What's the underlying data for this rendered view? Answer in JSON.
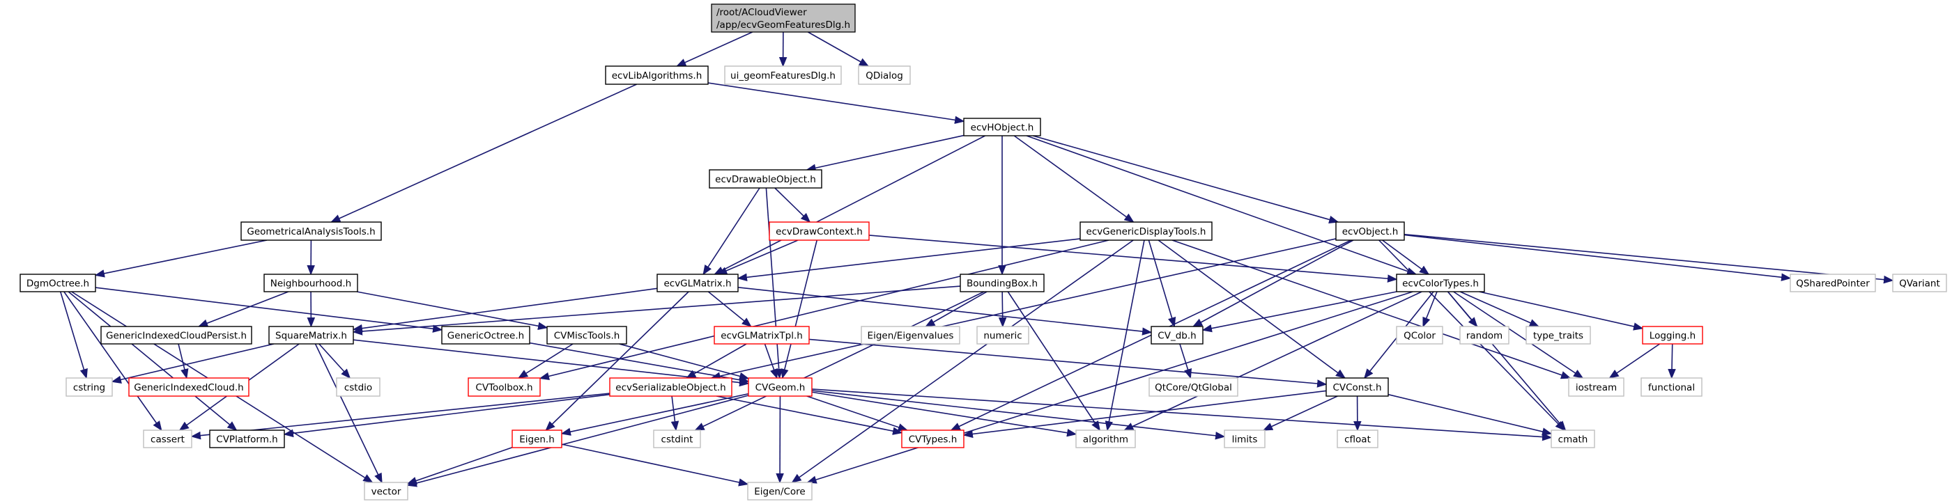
{
  "diagram": {
    "root": {
      "lines": [
        "/root/ACloudViewer",
        "/app/ecvGeomFeaturesDlg.h"
      ]
    },
    "nodes": [
      {
        "label": "ecvLibAlgorithms.h",
        "style": "documented"
      },
      {
        "label": "ui_geomFeaturesDlg.h",
        "style": "external"
      },
      {
        "label": "QDialog",
        "style": "external"
      },
      {
        "label": "ecvHObject.h",
        "style": "documented"
      },
      {
        "label": "ecvDrawableObject.h",
        "style": "documented"
      },
      {
        "label": "GeometricalAnalysisTools.h",
        "style": "documented"
      },
      {
        "label": "ecvDrawContext.h",
        "style": "truncated"
      },
      {
        "label": "ecvGenericDisplayTools.h",
        "style": "documented"
      },
      {
        "label": "ecvObject.h",
        "style": "documented"
      },
      {
        "label": "DgmOctree.h",
        "style": "documented"
      },
      {
        "label": "Neighbourhood.h",
        "style": "documented"
      },
      {
        "label": "ecvGLMatrix.h",
        "style": "documented"
      },
      {
        "label": "BoundingBox.h",
        "style": "documented"
      },
      {
        "label": "ecvColorTypes.h",
        "style": "documented"
      },
      {
        "label": "QSharedPointer",
        "style": "external"
      },
      {
        "label": "QVariant",
        "style": "external"
      },
      {
        "label": "GenericIndexedCloudPersist.h",
        "style": "documented"
      },
      {
        "label": "SquareMatrix.h",
        "style": "documented"
      },
      {
        "label": "GenericOctree.h",
        "style": "documented"
      },
      {
        "label": "CVMiscTools.h",
        "style": "documented"
      },
      {
        "label": "ecvGLMatrixTpl.h",
        "style": "truncated"
      },
      {
        "label": "Eigen/Eigenvalues",
        "style": "external"
      },
      {
        "label": "numeric",
        "style": "external"
      },
      {
        "label": "CV_db.h",
        "style": "documented"
      },
      {
        "label": "QColor",
        "style": "external"
      },
      {
        "label": "random",
        "style": "external"
      },
      {
        "label": "type_traits",
        "style": "external"
      },
      {
        "label": "Logging.h",
        "style": "truncated"
      },
      {
        "label": "cstring",
        "style": "external"
      },
      {
        "label": "GenericIndexedCloud.h",
        "style": "truncated"
      },
      {
        "label": "cstdio",
        "style": "external"
      },
      {
        "label": "CVToolbox.h",
        "style": "truncated"
      },
      {
        "label": "ecvSerializableObject.h",
        "style": "truncated"
      },
      {
        "label": "CVGeom.h",
        "style": "truncated"
      },
      {
        "label": "QtCore/QtGlobal",
        "style": "external"
      },
      {
        "label": "CVConst.h",
        "style": "documented"
      },
      {
        "label": "iostream",
        "style": "external"
      },
      {
        "label": "functional",
        "style": "external"
      },
      {
        "label": "cassert",
        "style": "external"
      },
      {
        "label": "CVPlatform.h",
        "style": "documented"
      },
      {
        "label": "Eigen.h",
        "style": "truncated"
      },
      {
        "label": "cstdint",
        "style": "external"
      },
      {
        "label": "CVTypes.h",
        "style": "truncated"
      },
      {
        "label": "algorithm",
        "style": "external"
      },
      {
        "label": "limits",
        "style": "external"
      },
      {
        "label": "cfloat",
        "style": "external"
      },
      {
        "label": "cmath",
        "style": "external"
      },
      {
        "label": "vector",
        "style": "external"
      },
      {
        "label": "Eigen/Core",
        "style": "external"
      }
    ],
    "edges": [
      [
        "ROOT",
        "ecvLibAlgorithms.h"
      ],
      [
        "ROOT",
        "ui_geomFeaturesDlg.h"
      ],
      [
        "ROOT",
        "QDialog"
      ],
      [
        "ecvLibAlgorithms.h",
        "ecvHObject.h"
      ],
      [
        "ecvLibAlgorithms.h",
        "GeometricalAnalysisTools.h"
      ],
      [
        "ecvHObject.h",
        "ecvDrawableObject.h"
      ],
      [
        "ecvHObject.h",
        "ecvGLMatrix.h"
      ],
      [
        "ecvHObject.h",
        "BoundingBox.h"
      ],
      [
        "ecvHObject.h",
        "ecvGenericDisplayTools.h"
      ],
      [
        "ecvHObject.h",
        "ecvObject.h"
      ],
      [
        "ecvHObject.h",
        "ecvColorTypes.h"
      ],
      [
        "ecvDrawableObject.h",
        "ecvDrawContext.h"
      ],
      [
        "ecvDrawableObject.h",
        "ecvGLMatrix.h"
      ],
      [
        "ecvDrawableObject.h",
        "CVGeom.h"
      ],
      [
        "ecvDrawContext.h",
        "ecvGLMatrix.h"
      ],
      [
        "ecvDrawContext.h",
        "CVGeom.h"
      ],
      [
        "ecvDrawContext.h",
        "ecvColorTypes.h"
      ],
      [
        "GeometricalAnalysisTools.h",
        "DgmOctree.h"
      ],
      [
        "GeometricalAnalysisTools.h",
        "Neighbourhood.h"
      ],
      [
        "ecvGenericDisplayTools.h",
        "ecvGLMatrix.h"
      ],
      [
        "ecvGenericDisplayTools.h",
        "CVToolbox.h"
      ],
      [
        "ecvGenericDisplayTools.h",
        "CV_db.h"
      ],
      [
        "ecvGenericDisplayTools.h",
        "algorithm"
      ],
      [
        "ecvGenericDisplayTools.h",
        "CVConst.h"
      ],
      [
        "ecvGenericDisplayTools.h",
        "iostream"
      ],
      [
        "ecvGenericDisplayTools.h",
        "Eigen/Core"
      ],
      [
        "ecvObject.h",
        "ecvColorTypes.h"
      ],
      [
        "ecvObject.h",
        "CV_db.h"
      ],
      [
        "ecvObject.h",
        "CVTypes.h"
      ],
      [
        "ecvObject.h",
        "ecvSerializableObject.h"
      ],
      [
        "ecvObject.h",
        "QSharedPointer"
      ],
      [
        "ecvObject.h",
        "QVariant"
      ],
      [
        "ecvObject.h",
        "cmath"
      ],
      [
        "DgmOctree.h",
        "cstring"
      ],
      [
        "DgmOctree.h",
        "cassert"
      ],
      [
        "DgmOctree.h",
        "vector"
      ],
      [
        "DgmOctree.h",
        "CVPlatform.h"
      ],
      [
        "DgmOctree.h",
        "GenericOctree.h"
      ],
      [
        "Neighbourhood.h",
        "GenericIndexedCloudPersist.h"
      ],
      [
        "Neighbourhood.h",
        "SquareMatrix.h"
      ],
      [
        "Neighbourhood.h",
        "CVMiscTools.h"
      ],
      [
        "ecvGLMatrix.h",
        "ecvGLMatrixTpl.h"
      ],
      [
        "ecvGLMatrix.h",
        "SquareMatrix.h"
      ],
      [
        "ecvGLMatrix.h",
        "CV_db.h"
      ],
      [
        "ecvGLMatrix.h",
        "Eigen.h"
      ],
      [
        "BoundingBox.h",
        "Eigen/Eigenvalues"
      ],
      [
        "BoundingBox.h",
        "numeric"
      ],
      [
        "BoundingBox.h",
        "algorithm"
      ],
      [
        "BoundingBox.h",
        "SquareMatrix.h"
      ],
      [
        "BoundingBox.h",
        "cstdint"
      ],
      [
        "ecvColorTypes.h",
        "CV_db.h"
      ],
      [
        "ecvColorTypes.h",
        "QColor"
      ],
      [
        "ecvColorTypes.h",
        "random"
      ],
      [
        "ecvColorTypes.h",
        "type_traits"
      ],
      [
        "ecvColorTypes.h",
        "Logging.h"
      ],
      [
        "ecvColorTypes.h",
        "iostream"
      ],
      [
        "ecvColorTypes.h",
        "CVConst.h"
      ],
      [
        "ecvColorTypes.h",
        "algorithm"
      ],
      [
        "ecvColorTypes.h",
        "cmath"
      ],
      [
        "ecvColorTypes.h",
        "Eigen/Core"
      ],
      [
        "GenericIndexedCloudPersist.h",
        "GenericIndexedCloud.h"
      ],
      [
        "SquareMatrix.h",
        "cstring"
      ],
      [
        "SquareMatrix.h",
        "cstdio"
      ],
      [
        "SquareMatrix.h",
        "cassert"
      ],
      [
        "SquareMatrix.h",
        "vector"
      ],
      [
        "SquareMatrix.h",
        "CVGeom.h"
      ],
      [
        "GenericOctree.h",
        "CVGeom.h"
      ],
      [
        "CVMiscTools.h",
        "CVToolbox.h"
      ],
      [
        "CVMiscTools.h",
        "CVGeom.h"
      ],
      [
        "ecvGLMatrixTpl.h",
        "ecvSerializableObject.h"
      ],
      [
        "ecvGLMatrixTpl.h",
        "CVGeom.h"
      ],
      [
        "ecvGLMatrixTpl.h",
        "CVConst.h"
      ],
      [
        "CV_db.h",
        "QtCore/QtGlobal"
      ],
      [
        "Logging.h",
        "iostream"
      ],
      [
        "Logging.h",
        "functional"
      ],
      [
        "ecvSerializableObject.h",
        "cassert"
      ],
      [
        "ecvSerializableObject.h",
        "CVPlatform.h"
      ],
      [
        "ecvSerializableObject.h",
        "cstdint"
      ],
      [
        "ecvSerializableObject.h",
        "CVTypes.h"
      ],
      [
        "CVGeom.h",
        "Eigen.h"
      ],
      [
        "CVGeom.h",
        "CVTypes.h"
      ],
      [
        "CVGeom.h",
        "vector"
      ],
      [
        "CVGeom.h",
        "Eigen/Core"
      ],
      [
        "CVGeom.h",
        "algorithm"
      ],
      [
        "CVGeom.h",
        "limits"
      ],
      [
        "CVGeom.h",
        "cmath"
      ],
      [
        "CVConst.h",
        "limits"
      ],
      [
        "CVConst.h",
        "cfloat"
      ],
      [
        "CVConst.h",
        "cmath"
      ],
      [
        "CVConst.h",
        "CVTypes.h"
      ],
      [
        "Eigen.h",
        "vector"
      ],
      [
        "Eigen.h",
        "Eigen/Core"
      ]
    ],
    "colors": {
      "edge": "#191970",
      "documented_border": "#000000",
      "truncated_border": "#ff0000",
      "external_border": "#bfbfbf",
      "root_fill": "#bfbfbf"
    }
  }
}
